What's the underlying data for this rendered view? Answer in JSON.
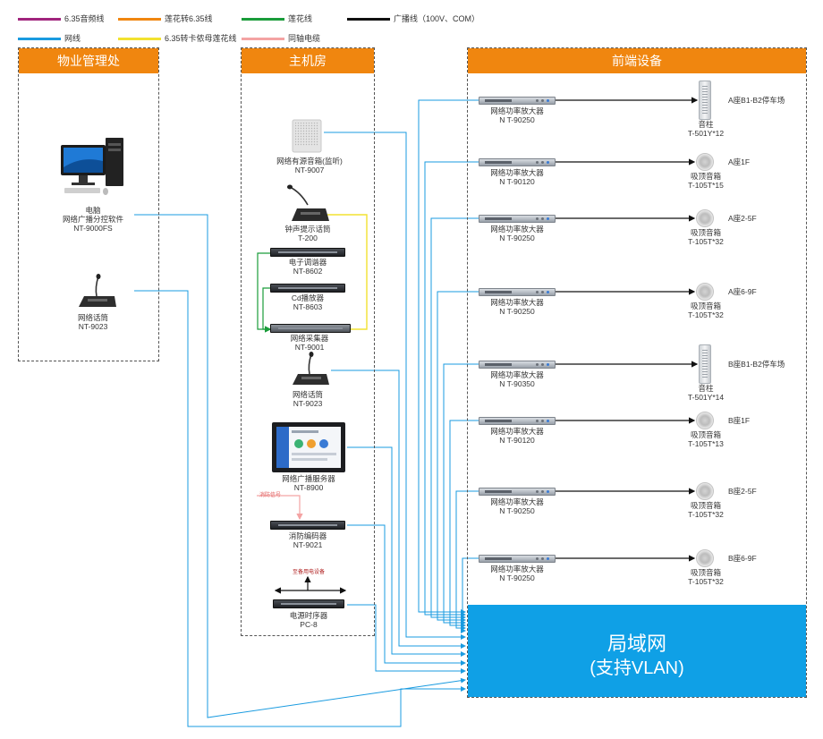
{
  "legend": [
    {
      "label": "6.35音频线",
      "color": "#a0257d"
    },
    {
      "label": "莲花转6.35线",
      "color": "#f0860f"
    },
    {
      "label": "莲花线",
      "color": "#1a9c3a"
    },
    {
      "label": "广播线（100V、COM）",
      "color": "#111111"
    },
    {
      "label": "网线",
      "color": "#1a9be0"
    },
    {
      "label": "6.35转卡侬母莲花线",
      "color": "#f2e230"
    },
    {
      "label": "同轴电缆",
      "color": "#f4a3a3"
    }
  ],
  "panels": {
    "property": "物业管理处",
    "machine_room": "主机房",
    "front_end": "前端设备"
  },
  "property_devices": {
    "computer": {
      "name": "电脑",
      "software": "网络广播分控软件",
      "model": "NT-9000FS"
    },
    "mic": {
      "name": "网络话筒",
      "model": "NT-9023"
    }
  },
  "machine_devices": {
    "monitor_speaker": {
      "name": "网络有源音箱(监听)",
      "model": "NT-9007"
    },
    "chime_mic": {
      "name": "钟声提示话筒",
      "model": "T-200"
    },
    "tuner": {
      "name": "电子调谐器",
      "model": "NT-8602"
    },
    "cd_player": {
      "name": "Cd播放器",
      "model": "NT-8603"
    },
    "collector": {
      "name": "网络采集器",
      "model": "NT-9001"
    },
    "net_mic": {
      "name": "网络话筒",
      "model": "NT-9023"
    },
    "server": {
      "name": "网络广播服务器",
      "model": "NT-8900"
    },
    "fire_signal": "消防信号",
    "fire_decoder": {
      "name": "消防编码器",
      "model": "NT-9021"
    },
    "power_label": "至备用电设备",
    "power_seq": {
      "name": "电源时序器",
      "model": "PC-8"
    }
  },
  "front_rows": [
    {
      "amp_name": "网络功率放大器",
      "amp_model": "N T-90250",
      "speaker_name": "音柱",
      "speaker_model": "T-501Y*12",
      "zone": "A座B1-B2停车场",
      "speaker_type": "column"
    },
    {
      "amp_name": "网络功率放大器",
      "amp_model": "N T-90120",
      "speaker_name": "吸顶音箱",
      "speaker_model": "T-105T*15",
      "zone": "A座1F",
      "speaker_type": "ceiling"
    },
    {
      "amp_name": "网络功率放大器",
      "amp_model": "N T-90250",
      "speaker_name": "吸顶音箱",
      "speaker_model": "T-105T*32",
      "zone": "A座2-5F",
      "speaker_type": "ceiling"
    },
    {
      "amp_name": "网络功率放大器",
      "amp_model": "N T-90250",
      "speaker_name": "吸顶音箱",
      "speaker_model": "T-105T*32",
      "zone": "A座6-9F",
      "speaker_type": "ceiling"
    },
    {
      "amp_name": "网络功率放大器",
      "amp_model": "N T-90350",
      "speaker_name": "音柱",
      "speaker_model": "T-501Y*14",
      "zone": "B座B1-B2停车场",
      "speaker_type": "column"
    },
    {
      "amp_name": "网络功率放大器",
      "amp_model": "N T-90120",
      "speaker_name": "吸顶音箱",
      "speaker_model": "T-105T*13",
      "zone": "B座1F",
      "speaker_type": "ceiling"
    },
    {
      "amp_name": "网络功率放大器",
      "amp_model": "N T-90250",
      "speaker_name": "吸顶音箱",
      "speaker_model": "T-105T*32",
      "zone": "B座2-5F",
      "speaker_type": "ceiling"
    },
    {
      "amp_name": "网络功率放大器",
      "amp_model": "N T-90250",
      "speaker_name": "吸顶音箱",
      "speaker_model": "T-105T*32",
      "zone": "B座6-9F",
      "speaker_type": "ceiling"
    }
  ],
  "lan": {
    "line1": "局域网",
    "line2": "(支持VLAN)"
  }
}
